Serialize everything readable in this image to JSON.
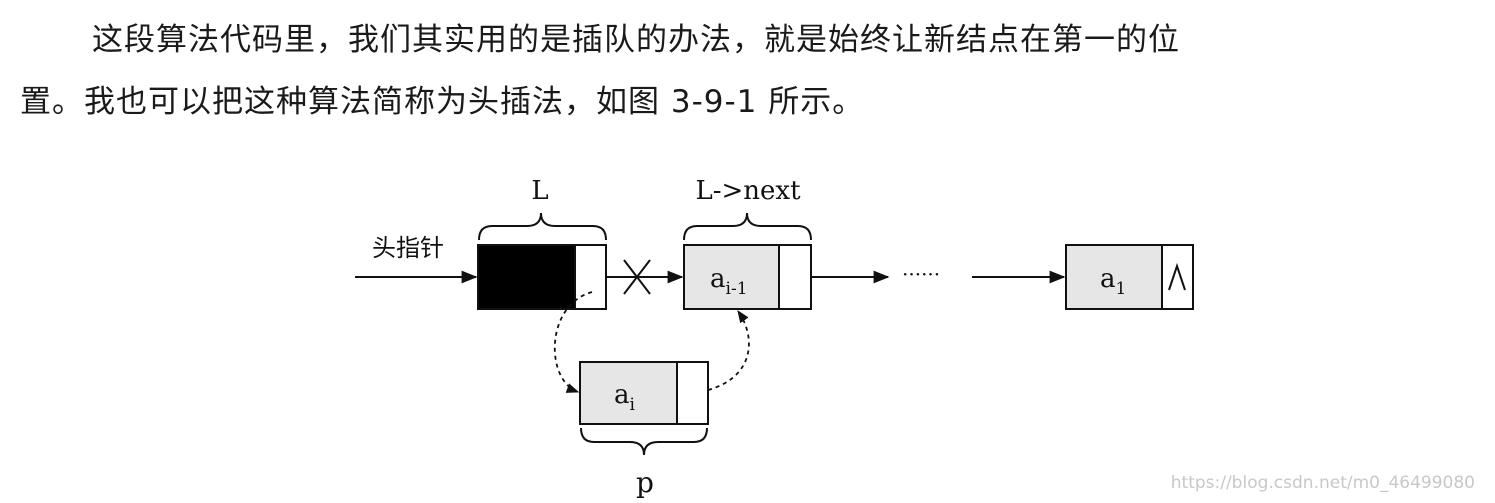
{
  "paragraph": {
    "line1": "这段算法代码里，我们其实用的是插队的办法，就是始终让新结点在第一的位",
    "line2": "置。我也可以把这种算法简称为头插法，如图 3-9-1 所示。"
  },
  "diagram": {
    "head_pointer_label": "头指针",
    "label_L": "L",
    "label_L_next": "L->next",
    "label_p": "p",
    "node_ai_minus_1": {
      "base": "a",
      "sub": "i-1"
    },
    "node_ai": {
      "base": "a",
      "sub": "i"
    },
    "node_a1": {
      "base": "a",
      "sub": "1"
    },
    "null_symbol": "^",
    "ellipsis": "······"
  },
  "watermark": "https://blog.csdn.net/m0_46499080",
  "colors": {
    "node_fill": "#e6e6e6",
    "head_fill": "#000000",
    "stroke": "#222222"
  }
}
